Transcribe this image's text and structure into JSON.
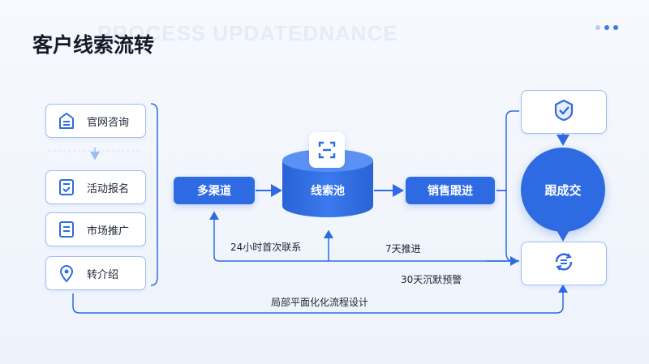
{
  "header": {
    "watermark": "PROCESS UPDATEDNANCE",
    "title": "客户线索流转"
  },
  "sources": [
    {
      "label": "官网咨询",
      "icon": "house-doc-icon"
    },
    {
      "label": "活动报名",
      "icon": "checklist-icon"
    },
    {
      "label": "市场推广",
      "icon": "document-icon"
    },
    {
      "label": "转介绍",
      "icon": "location-pin-icon"
    }
  ],
  "flow": {
    "channels": "多渠道",
    "pool": "线索池",
    "followup": "销售跟进",
    "deal": "跟成交"
  },
  "notes": {
    "loop_24h": "24小时首次联系",
    "push_7d": "7天推进",
    "warn_30d": "30天沉默预警",
    "bottom": "局部平面化化流程设计"
  },
  "colors": {
    "accent": "#2e6be3",
    "border": "#9fbcf1"
  }
}
